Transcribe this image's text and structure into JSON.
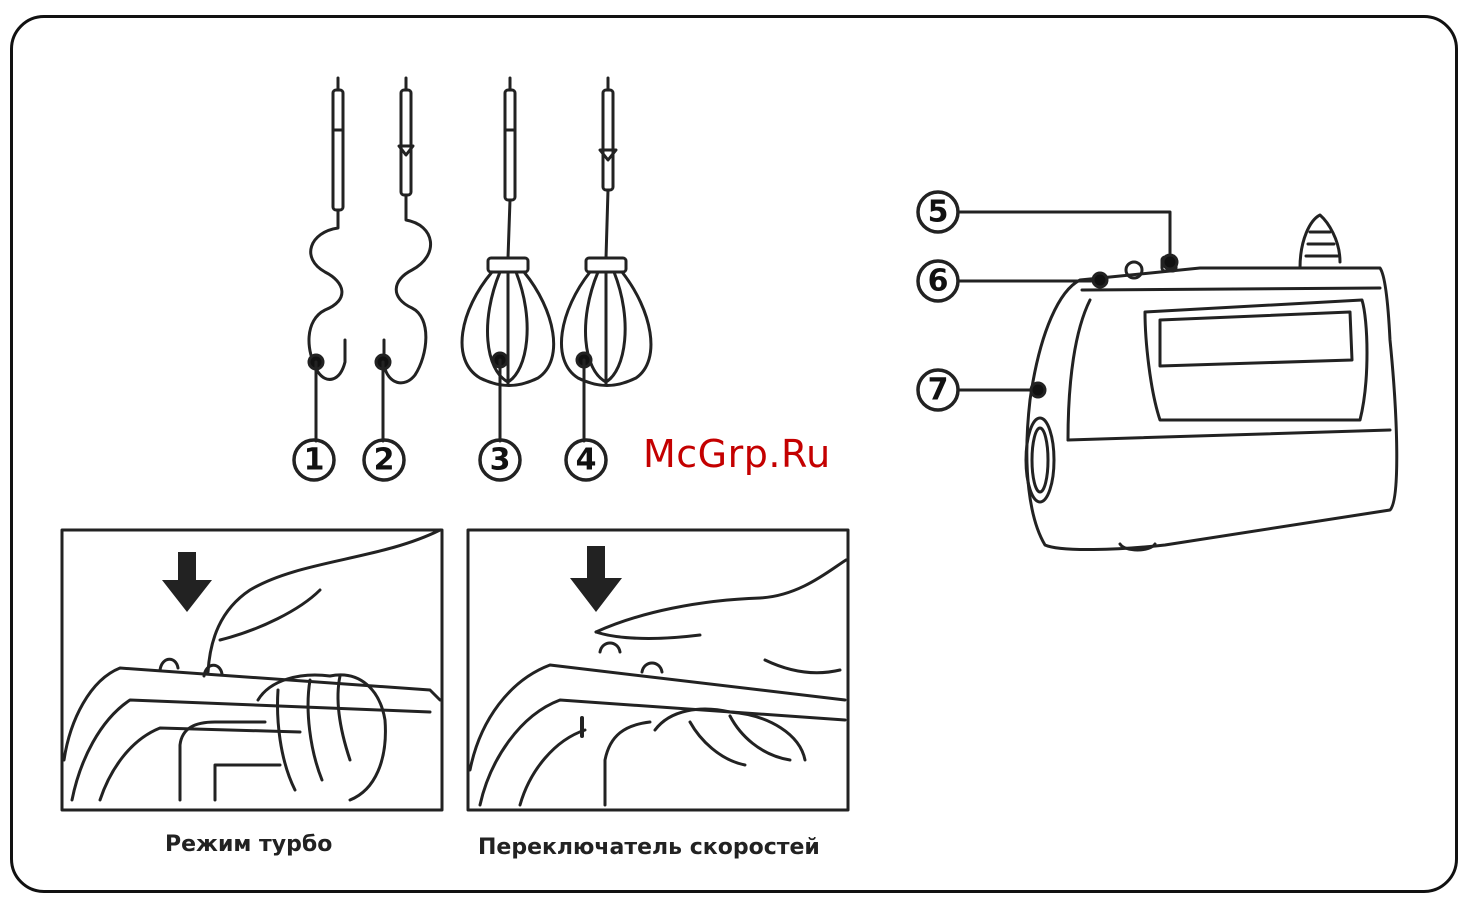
{
  "callouts": [
    "1",
    "2",
    "3",
    "4",
    "5",
    "6",
    "7"
  ],
  "watermark": "McGrp.Ru",
  "captions": {
    "turbo": "Режим турбо",
    "speed_switch": "Переключатель скоростей"
  }
}
